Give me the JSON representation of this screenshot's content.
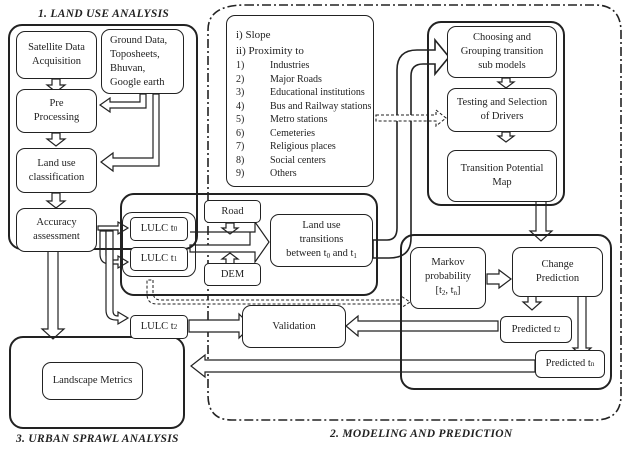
{
  "sections": {
    "land_use_analysis": "1. LAND USE ANALYSIS",
    "modeling_prediction": "2. MODELING AND PREDICTION",
    "urban_sprawl_analysis": "3. URBAN SPRAWL ANALYSIS"
  },
  "land_use": {
    "satellite": "Satellite Data Acquisition",
    "ground_data": [
      "Ground Data,",
      "Toposheets,",
      "Bhuvan,",
      "Google earth"
    ],
    "preprocessing": "Pre Processing",
    "classification": "Land use classification",
    "accuracy": "Accuracy assessment"
  },
  "drivers": {
    "slope": "i) Slope",
    "proximity": "ii) Proximity  to",
    "items": [
      {
        "num": "1)",
        "label": "Industries"
      },
      {
        "num": "2)",
        "label": "Major Roads"
      },
      {
        "num": "3)",
        "label": "Educational institutions"
      },
      {
        "num": "4)",
        "label": "Bus and Railway stations"
      },
      {
        "num": "5)",
        "label": "Metro stations"
      },
      {
        "num": "6)",
        "label": "Cemeteries"
      },
      {
        "num": "7)",
        "label": "Religious places"
      },
      {
        "num": "8)",
        "label": "Social centers"
      },
      {
        "num": "9)",
        "label": "Others"
      }
    ]
  },
  "lulc": {
    "base": "LULC t",
    "t0": "0",
    "t1": "1",
    "t2": "2"
  },
  "inputs": {
    "road": "Road",
    "dem": "DEM"
  },
  "transitions": {
    "line1": "Land use",
    "line2": "transitions",
    "line3a": "between t",
    "line3b": " and t",
    "sub0": "0",
    "sub1": "1"
  },
  "model": {
    "choosing": "Choosing and Grouping transition sub models",
    "testing": "Testing and Selection of Drivers",
    "tpm": "Transition Potential Map"
  },
  "prediction": {
    "markov_line1": "Markov probability",
    "markov_open": "[t",
    "markov_sub_a": "2",
    "markov_mid": ", t",
    "markov_sub_b": "n",
    "markov_close": "]",
    "change": "Change Prediction",
    "pred_base": "Predicted t",
    "pred_t2_sub": "2",
    "pred_tn_sub": "n"
  },
  "validation": "Validation",
  "landscape": "Landscape Metrics"
}
